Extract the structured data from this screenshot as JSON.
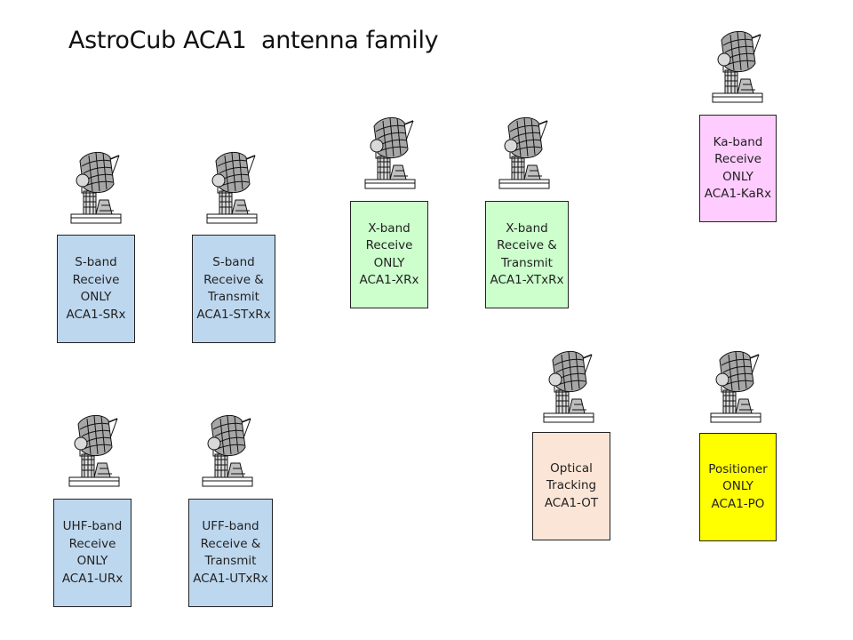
{
  "title": "AstroCub ACA1  antenna family",
  "colors": {
    "blue": "#bdd7ee",
    "green": "#ccffcc",
    "pink": "#ffccff",
    "peach": "#fbe5d6",
    "yellow": "#ffff00"
  },
  "icon": "satellite-dish-icon",
  "antennas": [
    {
      "id": "s-rx",
      "lines": [
        "S-band",
        "Receive",
        "ONLY",
        "ACA1-SRx"
      ]
    },
    {
      "id": "s-txrx",
      "lines": [
        "S-band",
        "Receive &",
        "Transmit",
        "ACA1-STxRx"
      ]
    },
    {
      "id": "x-rx",
      "lines": [
        "X-band",
        "Receive",
        "ONLY",
        "ACA1-XRx"
      ]
    },
    {
      "id": "x-txrx",
      "lines": [
        "X-band",
        "Receive &",
        "Transmit",
        "ACA1-XTxRx"
      ]
    },
    {
      "id": "ka-rx",
      "lines": [
        "Ka-band",
        "Receive",
        "ONLY",
        "ACA1-KaRx"
      ]
    },
    {
      "id": "uhf-rx",
      "lines": [
        "UHF-band",
        "Receive",
        "ONLY",
        "ACA1-URx"
      ]
    },
    {
      "id": "uff-txrx",
      "lines": [
        "UFF-band",
        "Receive &",
        "Transmit",
        "ACA1-UTxRx"
      ]
    },
    {
      "id": "optical",
      "lines": [
        "Optical",
        "Tracking",
        "ACA1-OT"
      ]
    },
    {
      "id": "positioner",
      "lines": [
        "Positioner",
        "ONLY",
        "ACA1-PO"
      ]
    }
  ]
}
